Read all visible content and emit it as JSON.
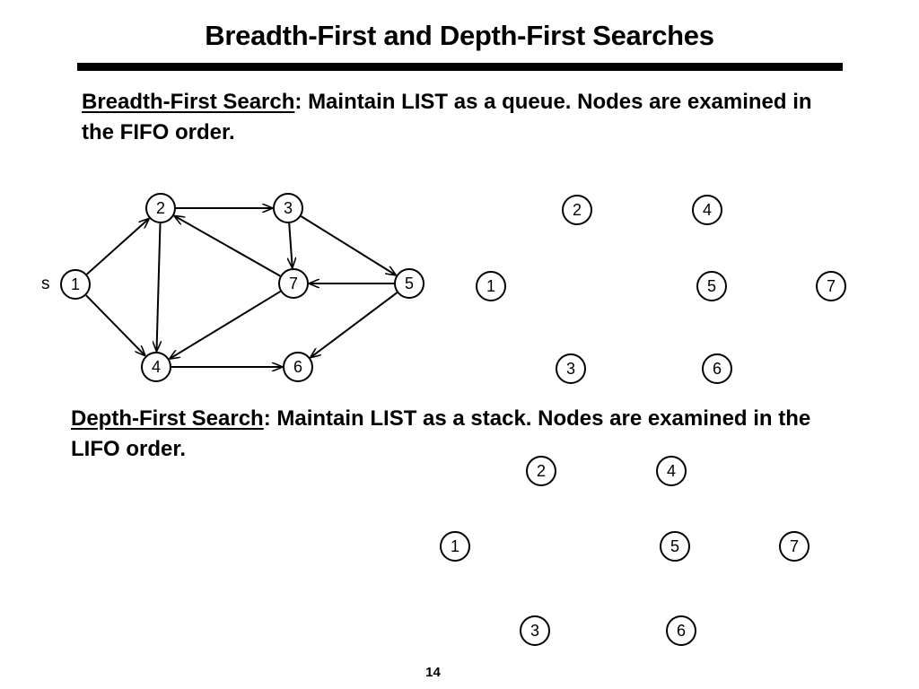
{
  "slide": {
    "title": "Breadth-First and Depth-First Searches",
    "page_number": "14"
  },
  "bfs": {
    "term": "Breadth-First Search",
    "description": ": Maintain LIST as a queue.  Nodes are examined in the FIFO order."
  },
  "dfs": {
    "term": "Depth-First Search",
    "description": ": Maintain LIST as a stack.  Nodes are examined in the LIFO order."
  },
  "graph": {
    "source_label": "s",
    "nodes": [
      {
        "id": "1",
        "label": "1"
      },
      {
        "id": "2",
        "label": "2"
      },
      {
        "id": "3",
        "label": "3"
      },
      {
        "id": "4",
        "label": "4"
      },
      {
        "id": "5",
        "label": "5"
      },
      {
        "id": "6",
        "label": "6"
      },
      {
        "id": "7",
        "label": "7"
      }
    ],
    "edges": [
      {
        "from": "1",
        "to": "2"
      },
      {
        "from": "1",
        "to": "4"
      },
      {
        "from": "2",
        "to": "3"
      },
      {
        "from": "2",
        "to": "4"
      },
      {
        "from": "3",
        "to": "7"
      },
      {
        "from": "3",
        "to": "5"
      },
      {
        "from": "5",
        "to": "7"
      },
      {
        "from": "5",
        "to": "6"
      },
      {
        "from": "7",
        "to": "2"
      },
      {
        "from": "7",
        "to": "4"
      },
      {
        "from": "4",
        "to": "6"
      }
    ]
  },
  "bfs_tree_nodes": [
    "1",
    "2",
    "3",
    "4",
    "5",
    "6",
    "7"
  ],
  "dfs_tree_nodes": [
    "1",
    "2",
    "3",
    "4",
    "5",
    "6",
    "7"
  ]
}
